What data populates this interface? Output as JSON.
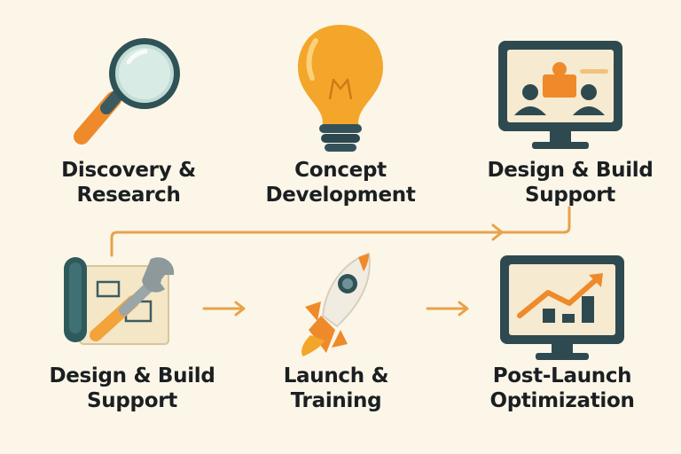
{
  "steps": [
    {
      "id": "discovery",
      "line1": "Discovery &",
      "line2": "Research",
      "icon": "magnifying-glass-icon"
    },
    {
      "id": "concept",
      "line1": "Concept",
      "line2": "Development",
      "icon": "lightbulb-icon"
    },
    {
      "id": "design-top",
      "line1": "Design & Build",
      "line2": "Support",
      "icon": "monitor-meeting-icon"
    },
    {
      "id": "design-bottom",
      "line1": "Design & Build",
      "line2": "Support",
      "icon": "wrench-blueprint-icon"
    },
    {
      "id": "launch",
      "line1": "Launch &",
      "line2": "Training",
      "icon": "rocket-icon"
    },
    {
      "id": "optimization",
      "line1": "Post-Launch",
      "line2": "Optimization",
      "icon": "monitor-chart-icon"
    }
  ],
  "colors": {
    "background": "#fbf6e8",
    "accent": "#f29a2e",
    "dark": "#2f4a4f",
    "arrow": "#e8a24a"
  }
}
